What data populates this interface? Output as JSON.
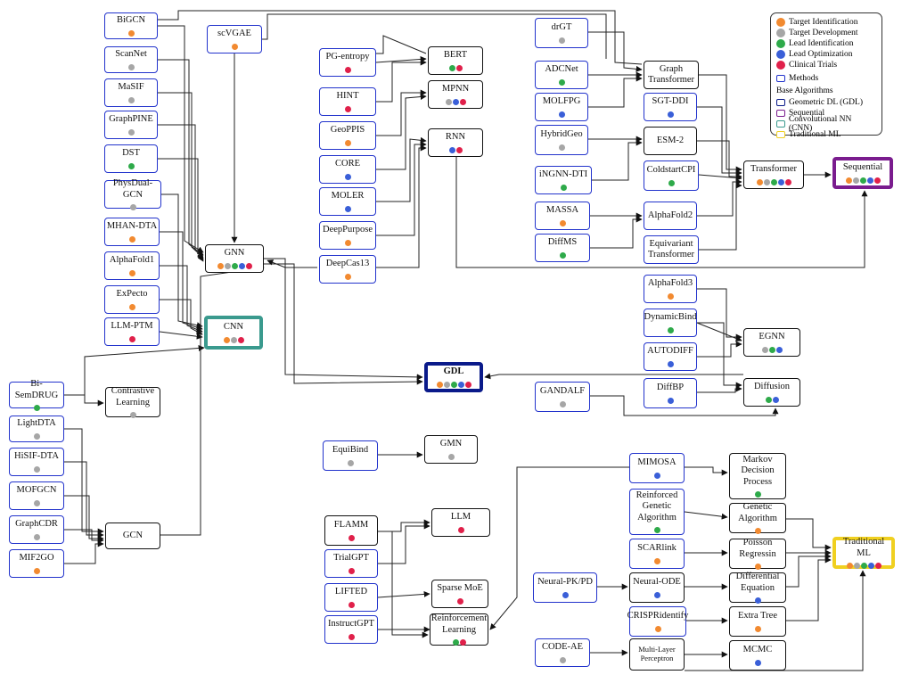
{
  "colors": {
    "target_identification": "#f28a30",
    "target_development": "#a6a6a6",
    "lead_identification": "#2eaa4a",
    "lead_optimization": "#3a5fd8",
    "clinical_trials": "#e0204a",
    "methods_border": "#2233cc",
    "gdl_border": "#0a1a8a",
    "sequential_border": "#7a1c8e",
    "cnn_border": "#3a9a8e",
    "traditional_border": "#f0d020"
  },
  "legend": {
    "stages": [
      {
        "label": "Target Identification",
        "color": "#f28a30"
      },
      {
        "label": "Target Development",
        "color": "#a6a6a6"
      },
      {
        "label": "Lead Identification",
        "color": "#2eaa4a"
      },
      {
        "label": "Lead Optimization",
        "color": "#3a5fd8"
      },
      {
        "label": "Clinical Trials",
        "color": "#e0204a"
      }
    ],
    "methods_label": "Methods",
    "base_header": "Base Algorithms",
    "base_items": [
      {
        "label": "Geometric DL (GDL)",
        "color": "#0a1a8a"
      },
      {
        "label": "Sequential",
        "color": "#7a1c8e"
      },
      {
        "label": "Convolutional NN (CNN)",
        "color": "#3a9a8e"
      },
      {
        "label": "Traditional ML",
        "color": "#f0d020"
      }
    ]
  },
  "nodes": {
    "bigcn": {
      "label": "BiGCN",
      "dots": [
        "o"
      ]
    },
    "scannet": {
      "label": "ScanNet",
      "dots": [
        "g"
      ]
    },
    "masif": {
      "label": "MaSIF",
      "dots": [
        "g"
      ]
    },
    "graphpine": {
      "label": "GraphPINE",
      "dots": [
        "g"
      ]
    },
    "dst": {
      "label": "DST",
      "dots": [
        "G"
      ]
    },
    "physdual": {
      "label": "PhysDual-GCN",
      "dots": [
        "g"
      ]
    },
    "mhandta": {
      "label": "MHAN-DTA",
      "dots": [
        "o"
      ]
    },
    "alphafold1": {
      "label": "AlphaFold1",
      "dots": [
        "o"
      ]
    },
    "expecto": {
      "label": "ExPecto",
      "dots": [
        "o"
      ]
    },
    "llmptm": {
      "label": "LLM-PTM",
      "dots": [
        "r"
      ]
    },
    "bisemdrug": {
      "label": "Bi-SemDRUG",
      "dots": [
        "G"
      ]
    },
    "lightdta": {
      "label": "LightDTA",
      "dots": [
        "g"
      ]
    },
    "hisifdta": {
      "label": "HiSIF-DTA",
      "dots": [
        "g"
      ]
    },
    "mofgcn": {
      "label": "MOFGCN",
      "dots": [
        "g"
      ]
    },
    "graphcdr": {
      "label": "GraphCDR",
      "dots": [
        "g"
      ]
    },
    "mif2go": {
      "label": "MIF2GO",
      "dots": [
        "o"
      ]
    },
    "scvgae": {
      "label": "scVGAE",
      "dots": [
        "o"
      ]
    },
    "pgentropy": {
      "label": "PG-entropy",
      "dots": [
        "r"
      ]
    },
    "hint": {
      "label": "HINT",
      "dots": [
        "r"
      ]
    },
    "geoppis": {
      "label": "GeoPPIS",
      "dots": [
        "o"
      ]
    },
    "core": {
      "label": "CORE",
      "dots": [
        "b"
      ]
    },
    "moler": {
      "label": "MOLER",
      "dots": [
        "b"
      ]
    },
    "deeppurpose": {
      "label": "DeepPurpose",
      "dots": [
        "o"
      ]
    },
    "deepcas13": {
      "label": "DeepCas13",
      "dots": [
        "o"
      ]
    },
    "equibind": {
      "label": "EquiBind",
      "dots": [
        "g"
      ]
    },
    "flamm": {
      "label": "FLAMM",
      "dots": [
        "r"
      ]
    },
    "trialgpt": {
      "label": "TrialGPT",
      "dots": [
        "r"
      ]
    },
    "lifted": {
      "label": "LIFTED",
      "dots": [
        "r"
      ]
    },
    "instructgpt": {
      "label": "InstructGPT",
      "dots": [
        "r"
      ]
    },
    "drgt": {
      "label": "drGT",
      "dots": [
        "g"
      ]
    },
    "adcnet": {
      "label": "ADCNet",
      "dots": [
        "G"
      ]
    },
    "molfpg": {
      "label": "MOLFPG",
      "dots": [
        "b"
      ]
    },
    "hybridgeo": {
      "label": "HybridGeo",
      "dots": [
        "g"
      ]
    },
    "ingnndti": {
      "label": "iNGNN-DTI",
      "dots": [
        "G"
      ]
    },
    "massa": {
      "label": "MASSA",
      "dots": [
        "o"
      ]
    },
    "diffms": {
      "label": "DiffMS",
      "dots": [
        "G"
      ]
    },
    "sgtddi": {
      "label": "SGT-DDI",
      "dots": [
        "b"
      ]
    },
    "coldstartcpi": {
      "label": "ColdstartCPI",
      "dots": [
        "G"
      ]
    },
    "alphafold3": {
      "label": "AlphaFold3",
      "dots": [
        "o"
      ]
    },
    "dynamicbind": {
      "label": "DynamicBind",
      "dots": [
        "G"
      ]
    },
    "autodiff": {
      "label": "AUTODIFF",
      "dots": [
        "b"
      ]
    },
    "diffbp": {
      "label": "DiffBP",
      "dots": [
        "b"
      ]
    },
    "gandalf": {
      "label": "GANDALF",
      "dots": [
        "g"
      ]
    },
    "mimosa": {
      "label": "MIMOSA",
      "dots": [
        "b"
      ]
    },
    "rga": {
      "label": "Reinforced Genetic Algorithm",
      "dots": [
        "G"
      ]
    },
    "scarlink": {
      "label": "SCARlink",
      "dots": [
        "o"
      ]
    },
    "neuralpkpd": {
      "label": "Neural-PK/PD",
      "dots": [
        "b"
      ]
    },
    "crispridentify": {
      "label": "CRISPRidentify",
      "dots": [
        "o"
      ]
    },
    "codeae": {
      "label": "CODE-AE",
      "dots": [
        "g"
      ]
    },
    "gnn": {
      "label": "GNN",
      "dots": [
        "o",
        "g",
        "G",
        "b",
        "r"
      ]
    },
    "cnn": {
      "label": "CNN",
      "dots": [
        "o",
        "g",
        "r"
      ]
    },
    "contrastive": {
      "label": "Contrastive Learning",
      "dots": [
        "g"
      ]
    },
    "gcn": {
      "label": "GCN",
      "dots": []
    },
    "bert": {
      "label": "BERT",
      "dots": [
        "G",
        "r"
      ]
    },
    "mpnn": {
      "label": "MPNN",
      "dots": [
        "g",
        "b",
        "r"
      ]
    },
    "rnn": {
      "label": "RNN",
      "dots": [
        "b",
        "r"
      ]
    },
    "gdl": {
      "label": "GDL",
      "dots": [
        "o",
        "g",
        "G",
        "b",
        "r"
      ]
    },
    "gmn": {
      "label": "GMN",
      "dots": [
        "g"
      ]
    },
    "llm": {
      "label": "LLM",
      "dots": [
        "r"
      ]
    },
    "sparsemoe": {
      "label": "Sparse MoE",
      "dots": [
        "r"
      ]
    },
    "rl": {
      "label": "Reinforcement Learning",
      "dots": [
        "G",
        "r"
      ]
    },
    "graphtransformer": {
      "label": "Graph Transformer",
      "dots": []
    },
    "esm2": {
      "label": "ESM-2",
      "dots": []
    },
    "alphafold2": {
      "label": "AlphaFold2",
      "dots": []
    },
    "equivariant": {
      "label": "Equivariant Transformer",
      "dots": []
    },
    "transformer": {
      "label": "Transformer",
      "dots": [
        "o",
        "g",
        "G",
        "b",
        "r"
      ]
    },
    "sequential": {
      "label": "Sequential",
      "dots": [
        "o",
        "g",
        "G",
        "b",
        "r"
      ]
    },
    "egnn": {
      "label": "EGNN",
      "dots": [
        "g",
        "G",
        "b"
      ]
    },
    "diffusion": {
      "label": "Diffusion",
      "dots": [
        "G",
        "b"
      ]
    },
    "markov": {
      "label": "Markov Decision Process",
      "dots": [
        "G"
      ]
    },
    "genetic": {
      "label": "Genetic Algorithm",
      "dots": [
        "o"
      ]
    },
    "poisson": {
      "label": "Poisson Regressin",
      "dots": [
        "o"
      ]
    },
    "neuralode": {
      "label": "Neural-ODE",
      "dots": [
        "b"
      ]
    },
    "diffeq": {
      "label": "Differential Equation",
      "dots": [
        "b"
      ]
    },
    "extratree": {
      "label": "Extra Tree",
      "dots": [
        "o"
      ]
    },
    "mlp": {
      "label": "Multi-Layer Perceptron",
      "dots": []
    },
    "mcmc": {
      "label": "MCMC",
      "dots": [
        "b"
      ]
    },
    "traditionalml": {
      "label": "Traditional ML",
      "dots": [
        "o",
        "g",
        "G",
        "b",
        "r"
      ]
    }
  }
}
